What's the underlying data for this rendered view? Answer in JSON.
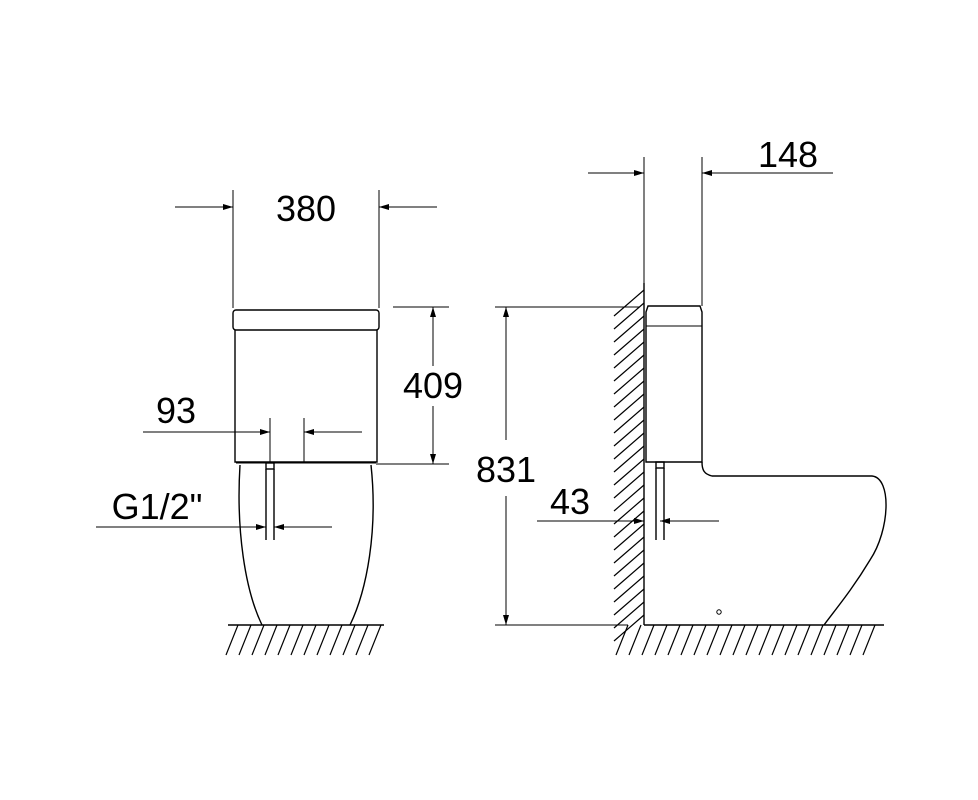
{
  "dimensions": {
    "front_width": "380",
    "tank_height": "409",
    "inlet_offset": "93",
    "inlet_thread": "G1/2\"",
    "total_height": "831",
    "side_inlet_offset": "43",
    "tank_depth": "148"
  },
  "colors": {
    "line": "#000000",
    "background": "#ffffff"
  }
}
